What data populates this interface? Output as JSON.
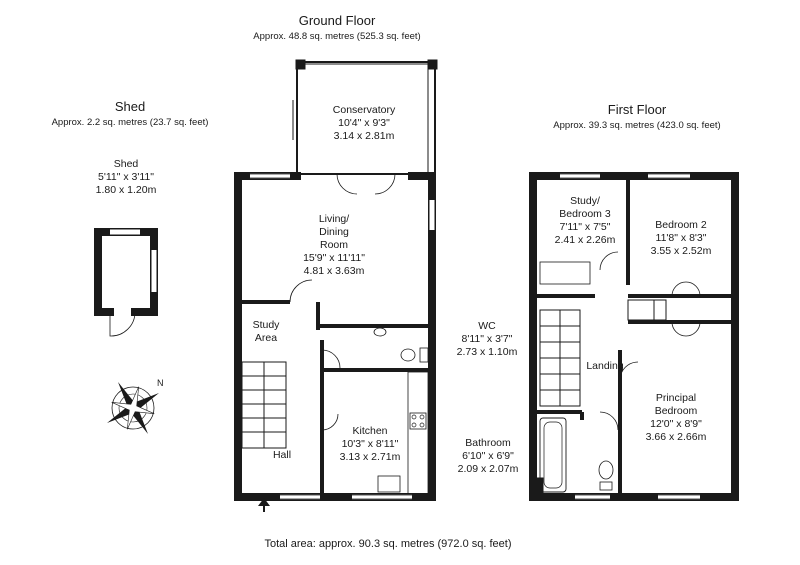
{
  "ground_floor": {
    "title": "Ground Floor",
    "area": "Approx. 48.8 sq. metres (525.3 sq. feet)",
    "rooms": {
      "conservatory": {
        "name": "Conservatory",
        "imperial": "10'4\" x 9'3\"",
        "metric": "3.14 x 2.81m"
      },
      "living": {
        "name1": "Living/",
        "name2": "Dining",
        "name3": "Room",
        "imperial": "15'9\" x 11'11\"",
        "metric": "4.81 x 3.63m"
      },
      "study_area": {
        "name1": "Study",
        "name2": "Area"
      },
      "wc": {
        "name": "WC",
        "imperial": "8'11\" x 3'7\"",
        "metric": "2.73 x 1.10m"
      },
      "kitchen": {
        "name": "Kitchen",
        "imperial": "10'3\" x 8'11\"",
        "metric": "3.13 x 2.71m"
      },
      "hall": {
        "name": "Hall"
      }
    }
  },
  "shed": {
    "title": "Shed",
    "area": "Approx. 2.2 sq. metres (23.7 sq. feet)",
    "room": {
      "name": "Shed",
      "imperial": "5'11\" x 3'11\"",
      "metric": "1.80 x 1.20m"
    }
  },
  "first_floor": {
    "title": "First Floor",
    "area": "Approx. 39.3 sq. metres (423.0 sq. feet)",
    "rooms": {
      "study3": {
        "name1": "Study/",
        "name2": "Bedroom 3",
        "imperial": "7'11\" x 7'5\"",
        "metric": "2.41 x 2.26m"
      },
      "bedroom2": {
        "name": "Bedroom 2",
        "imperial": "11'8\" x 8'3\"",
        "metric": "3.55 x 2.52m"
      },
      "landing": {
        "name": "Landing"
      },
      "principal": {
        "name1": "Principal",
        "name2": "Bedroom",
        "imperial": "12'0\" x 8'9\"",
        "metric": "3.66 x 2.66m"
      },
      "bathroom": {
        "name": "Bathroom",
        "imperial": "6'10\" x 6'9\"",
        "metric": "2.09 x 2.07m"
      }
    }
  },
  "total_area": "Total area: approx. 90.3 sq. metres (972.0 sq. feet)",
  "colors": {
    "wall": "#1a1a1a",
    "window": "#ffffff",
    "background": "#ffffff"
  },
  "icons": [
    "compass-rose-icon",
    "entrance-arrow-icon"
  ]
}
